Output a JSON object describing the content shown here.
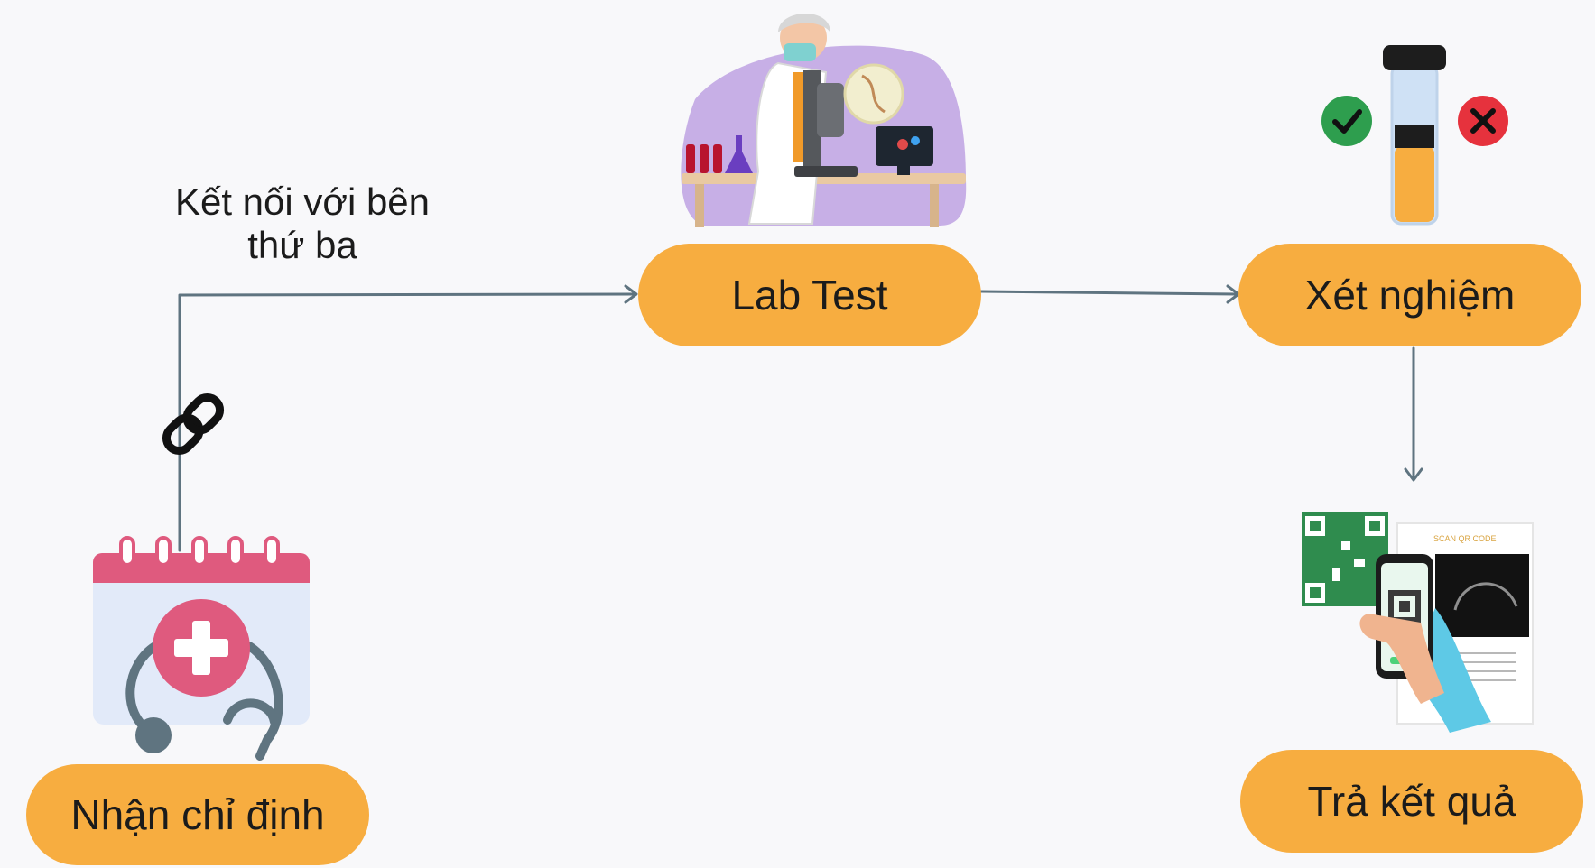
{
  "nodes": {
    "receive": "Nhận chỉ định",
    "lab_test": "Lab Test",
    "testing": "Xét nghiệm",
    "return_results": "Trả kết quả"
  },
  "edge_label": {
    "line1": "Kết nối với bên",
    "line2": "thứ ba"
  },
  "illustration": {
    "qr_doc_heading": "SCAN QR CODE"
  },
  "icons": [
    "calendar-medical-icon",
    "link-icon",
    "scientist-microscope-illustration",
    "test-tube-icon",
    "check-icon",
    "cross-icon",
    "qr-phone-illustration"
  ],
  "colors": {
    "node_fill": "#f7ad40",
    "connector": "#5f7480",
    "background": "#f8f8fa"
  }
}
